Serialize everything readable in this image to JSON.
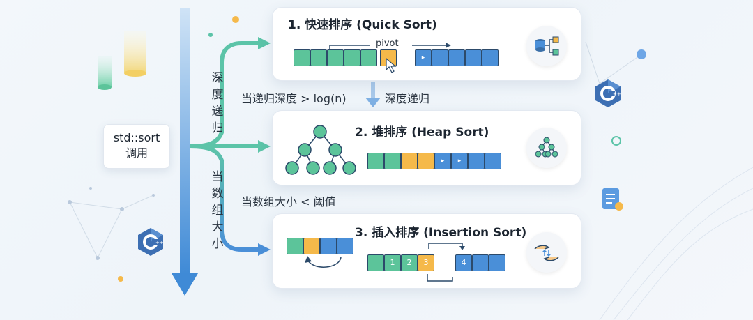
{
  "entry": {
    "line1": "std::sort",
    "line2": "调用"
  },
  "branch_labels": {
    "deep_recursion": [
      "深",
      "度",
      "递",
      "归"
    ],
    "small_array": [
      "当",
      "数",
      "组",
      "大",
      "小"
    ]
  },
  "conditions": {
    "depth": "当递归深度 > log(n)",
    "size": "当数组大小 < 阈值",
    "depth_recursion": "深度递归"
  },
  "cards": {
    "quick": {
      "title": "1. 快速排序  (Quick Sort)",
      "pivot_label": "pivot",
      "icon": "database-hierarchy-icon"
    },
    "heap": {
      "title": "2. 堆排序  (Heap Sort)",
      "icon": "tree-icon"
    },
    "insertion": {
      "title": "3. 插入排序 (Insertion Sort)",
      "cells": [
        "1",
        "2",
        "3",
        "4"
      ],
      "icon": "hands-exchange-icon"
    }
  },
  "colors": {
    "green": "#5cc49a",
    "orange": "#f5b94a",
    "blue": "#4a8fd8",
    "arrow_main": "#4a90d9",
    "arrow_teal": "#5cc4a8"
  }
}
